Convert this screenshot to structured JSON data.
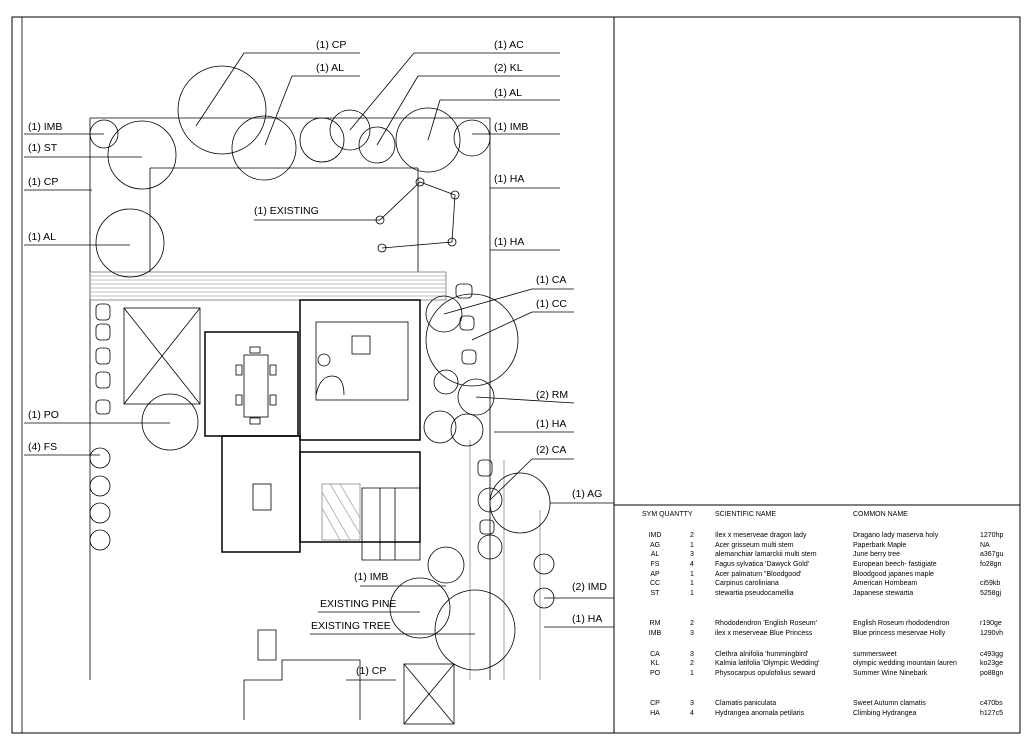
{
  "callouts": [
    {
      "id": "cp-top",
      "text": "(1)  CP"
    },
    {
      "id": "al-top",
      "text": "(1)  AL"
    },
    {
      "id": "ac-top",
      "text": "(1)  AC"
    },
    {
      "id": "kl-top",
      "text": "(2)  KL"
    },
    {
      "id": "al-top2",
      "text": "(1)  AL"
    },
    {
      "id": "imb-right",
      "text": "(1)  IMB"
    },
    {
      "id": "imb-left",
      "text": "(1)  IMB"
    },
    {
      "id": "st-left",
      "text": "(1)  ST"
    },
    {
      "id": "cp-left",
      "text": "(1)  CP"
    },
    {
      "id": "existing",
      "text": "(1)  EXISTING"
    },
    {
      "id": "ha-right1",
      "text": "(1)  HA"
    },
    {
      "id": "al-left",
      "text": "(1)  AL"
    },
    {
      "id": "ha-right2",
      "text": "(1)  HA"
    },
    {
      "id": "ca-right",
      "text": "(1)  CA"
    },
    {
      "id": "cc-right",
      "text": "(1)  CC"
    },
    {
      "id": "rm-right",
      "text": "(2)  RM"
    },
    {
      "id": "po-left",
      "text": "(1)  PO"
    },
    {
      "id": "ha-right3",
      "text": "(1)  HA"
    },
    {
      "id": "fs-left",
      "text": "(4)  FS"
    },
    {
      "id": "ca2-right",
      "text": "(2)  CA"
    },
    {
      "id": "ag-right",
      "text": "(1)  AG"
    },
    {
      "id": "imb-bottom",
      "text": "(1)  IMB"
    },
    {
      "id": "imd-right",
      "text": "(2)  IMD"
    },
    {
      "id": "existing-pine",
      "text": "EXISTING  PINE"
    },
    {
      "id": "existing-tree",
      "text": "EXISTING  TREE"
    },
    {
      "id": "ha-right4",
      "text": "(1)  HA"
    },
    {
      "id": "cp-bottom",
      "text": "(1)  CP"
    }
  ],
  "schedule": {
    "headers": {
      "sym": "SYM QUANTTY",
      "scientific": "SCIENTIFIC NAME",
      "common": "COMMON NAME"
    },
    "rows": [
      {
        "sym": "IMD",
        "qty": "2",
        "sci": "Ilex x meserveae dragon lady",
        "common": "Dragano lady maserva holy",
        "code": "1270hp"
      },
      {
        "sym": "AG",
        "qty": "1",
        "sci": "Acer grisseum  multi stem",
        "common": "Paperbark Maple",
        "code": "NA"
      },
      {
        "sym": "AL",
        "qty": "3",
        "sci": "alemanchiar lamarckii multi stem",
        "common": "June berry tree",
        "code": "a367gu"
      },
      {
        "sym": "FS",
        "qty": "4",
        "sci": "Fagus sylvatica 'Dawyck Gold'",
        "common": "European beech- fastigiate",
        "code": "fo28gn"
      },
      {
        "sym": "AP",
        "qty": "1",
        "sci": "Acer palmatum \"Bloodgood'",
        "common": "Bloodgood japanes maple",
        "code": ""
      },
      {
        "sym": "CC",
        "qty": "1",
        "sci": "Carpinus caroliniana",
        "common": "American Hornbeam",
        "code": "ci59kb"
      },
      {
        "sym": "ST",
        "qty": "1",
        "sci": "stewartia pseudocamellia",
        "common": "Japanese stewartia",
        "code": "5258gj"
      },
      {
        "sym": "RM",
        "qty": "2",
        "sci": "Rhododendron 'English Roseum'",
        "common": "English Roseum rhododendron",
        "code": "r190ge"
      },
      {
        "sym": "IMB",
        "qty": "3",
        "sci": "ilex  x meserveae Blue Princess",
        "common": "Blue princess meservae Holly",
        "code": "1290vh"
      },
      {
        "sym": "CA",
        "qty": "3",
        "sci": "Clethra alnifolia 'hummingbird'",
        "common": "summersweet",
        "code": "c493gg"
      },
      {
        "sym": "KL",
        "qty": "2",
        "sci": "Kalmia latifolia 'Olympic Wedding'",
        "common": "olympic wedding mountain lauren",
        "code": "ko23ge"
      },
      {
        "sym": "PO",
        "qty": "1",
        "sci": "Physocarpus opulofolius seward",
        "common": "Summer Wine Ninebark",
        "code": "po88gn"
      },
      {
        "sym": "CP",
        "qty": "3",
        "sci": "Clamatis paniculata",
        "common": "Sweet Autumn clamatis",
        "code": "c470bs"
      },
      {
        "sym": "HA",
        "qty": "4",
        "sci": "Hydrangea anomala petilaris",
        "common": "Climbing Hydrangea",
        "code": "h127c5"
      }
    ]
  }
}
